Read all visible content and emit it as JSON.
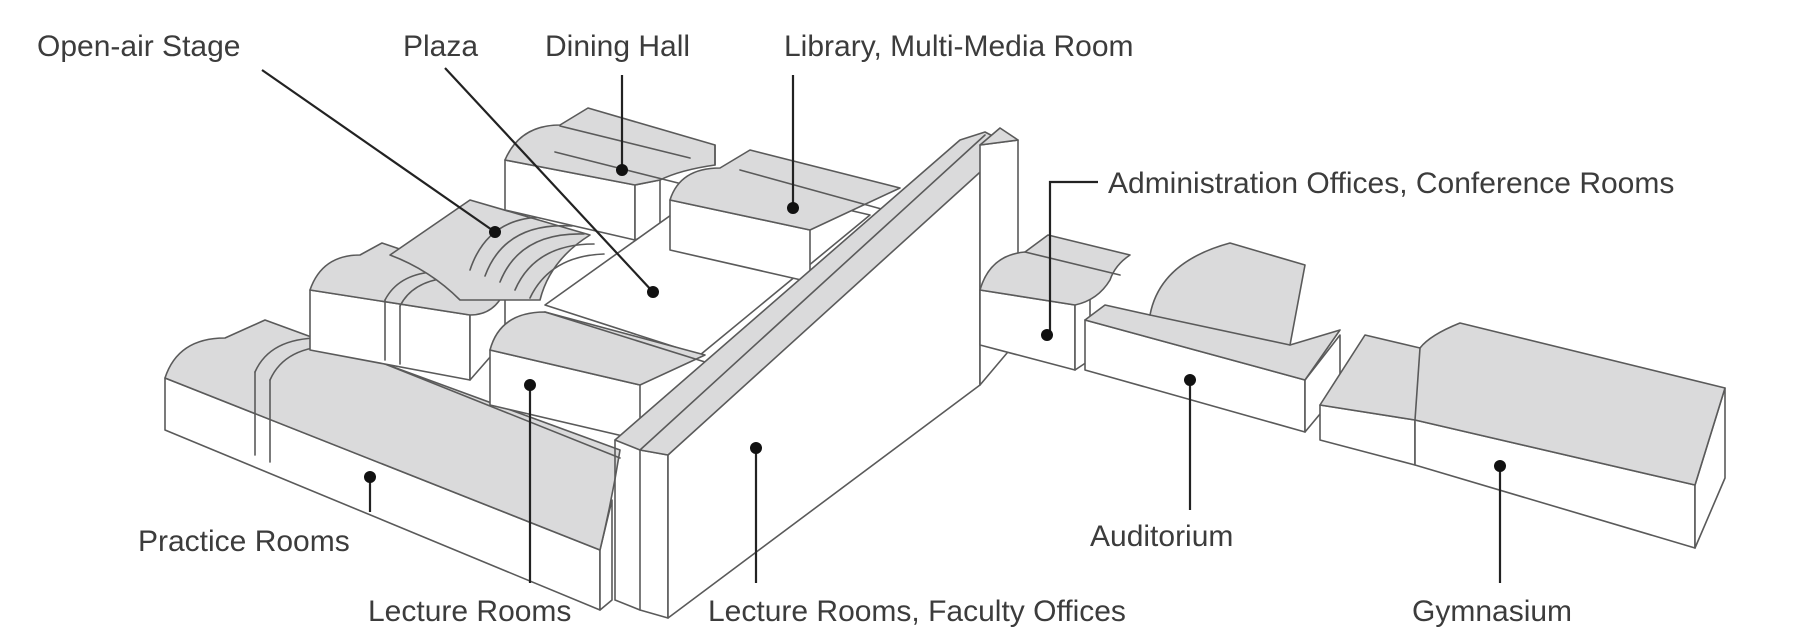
{
  "labels": {
    "open_air_stage": "Open-air Stage",
    "plaza": "Plaza",
    "dining_hall": "Dining Hall",
    "library": "Library, Multi-Media Room",
    "administration": "Administration Offices, Conference Rooms",
    "practice_rooms": "Practice Rooms",
    "lecture_rooms": "Lecture Rooms",
    "lecture_faculty": "Lecture Rooms, Faculty Offices",
    "auditorium": "Auditorium",
    "gymnasium": "Gymnasium"
  },
  "colors": {
    "roof": "#dadadb",
    "wall": "#ffffff",
    "outline": "#5a5a5a",
    "leader": "#222222",
    "text": "#3c3c3c"
  }
}
